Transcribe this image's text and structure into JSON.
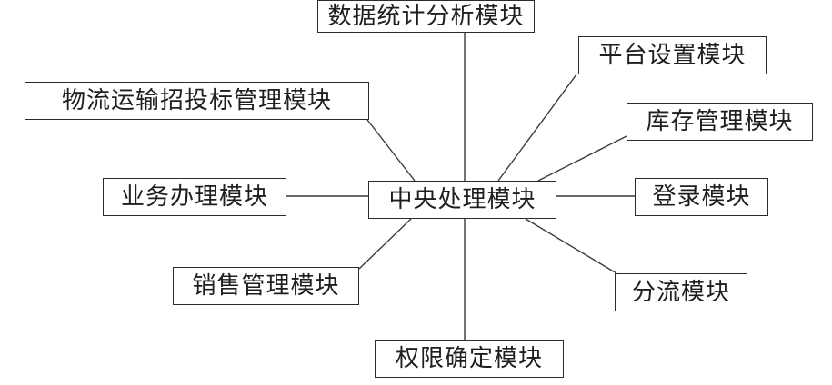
{
  "diagram": {
    "center": {
      "label": "中央处理模块"
    },
    "modules": {
      "stats": "数据统计分析模块",
      "platform": "平台设置模块",
      "logistics": "物流运输招投标管理模块",
      "inventory": "库存管理模块",
      "business": "业务办理模块",
      "login": "登录模块",
      "sales": "销售管理模块",
      "diversion": "分流模块",
      "permission": "权限确定模块"
    },
    "line_color": "#3a3a3a",
    "box_border_color": "#2b2b2b"
  }
}
